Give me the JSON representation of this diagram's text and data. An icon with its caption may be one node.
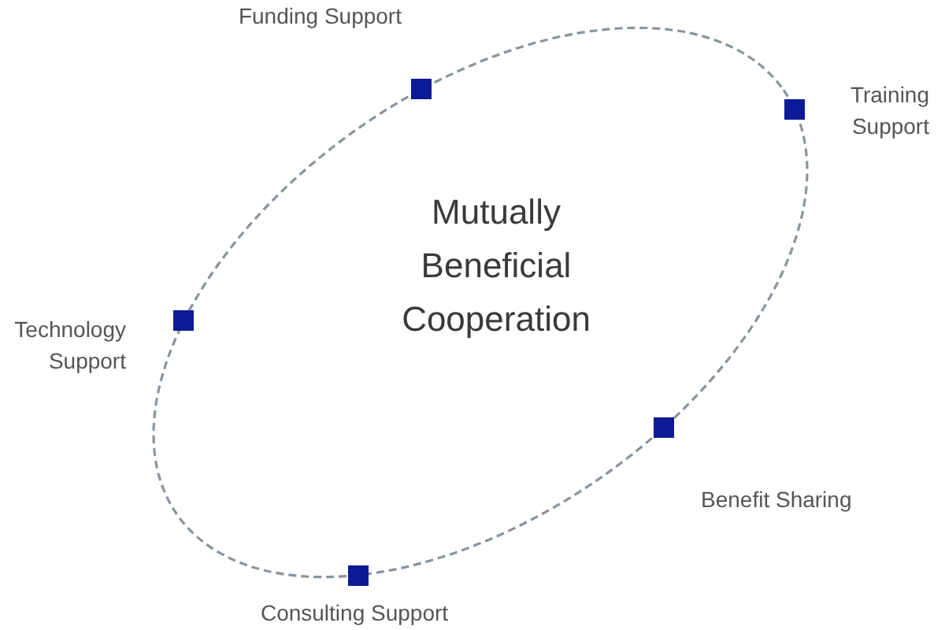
{
  "diagram": {
    "nodes": [
      {
        "text": [
          "Mutually Beneficial Cooperation"
        ]
      },
      {
        "text": [],
        "shape": "box"
      },
      {
        "text": [],
        "shape": "box"
      },
      {
        "text": [],
        "shape": "box"
      },
      {
        "text": [],
        "shape": "box"
      },
      {
        "text": [],
        "shape": "box"
      }
    ],
    "labels": [
      "Funding Support",
      "Training Support",
      "Technology Support",
      "Benefit Sharing",
      "Consulting Support"
    ]
  }
}
